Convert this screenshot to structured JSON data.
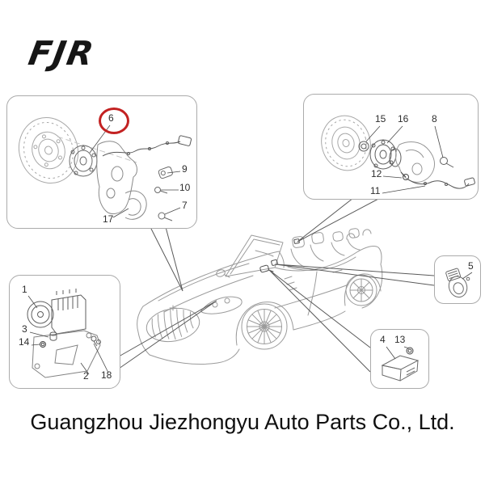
{
  "logo": {
    "text": "FJR"
  },
  "diagram": {
    "highlighted_part": "6",
    "panels": [
      {
        "labels": [
          "6",
          "9",
          "10",
          "7",
          "17"
        ]
      },
      {
        "labels": [
          "15",
          "16",
          "8",
          "12",
          "11"
        ]
      },
      {
        "labels": [
          "1",
          "3",
          "14",
          "2",
          "18"
        ]
      },
      {
        "labels": [
          "5"
        ]
      },
      {
        "labels": [
          "4",
          "13"
        ]
      }
    ]
  },
  "footer": {
    "company_name": "Guangzhou Jiezhongyu Auto Parts Co., Ltd."
  },
  "colors": {
    "highlight_ring": "#c32222",
    "line_gray": "#9b9b9b"
  }
}
